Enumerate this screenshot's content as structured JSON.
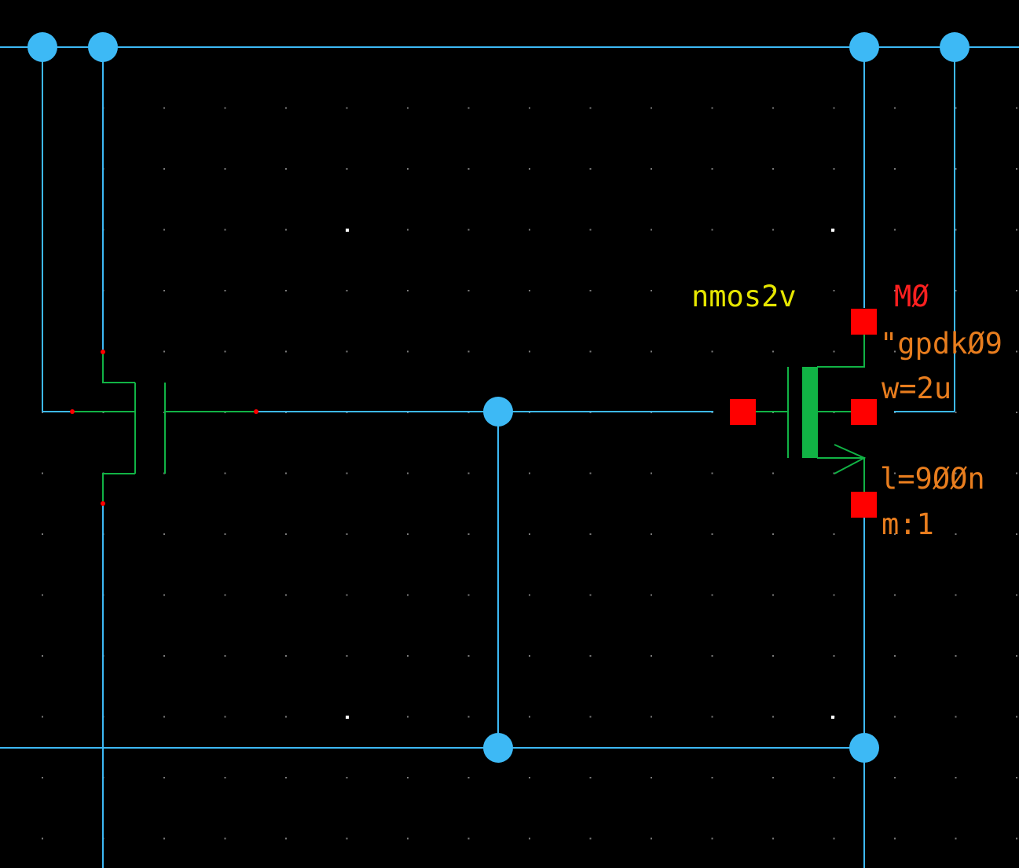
{
  "app": {
    "view": "schematic-editor"
  },
  "colors": {
    "background": "#000000",
    "wire": "#3db9f5",
    "device": "#11b345",
    "pin": "#ff0000",
    "cell_label": "#e6e600",
    "instance_label": "#ff2020",
    "param_label": "#e87d1e",
    "grid_dot": "#7a7a7a",
    "grid_major": "#ffffff"
  },
  "transistor": {
    "cell_name": "nmos2v",
    "instance_name": "MØ",
    "library": "\"gpdkØ9",
    "width": "w=2u",
    "length": "l=9ØØn",
    "multiplier": "m:1"
  }
}
